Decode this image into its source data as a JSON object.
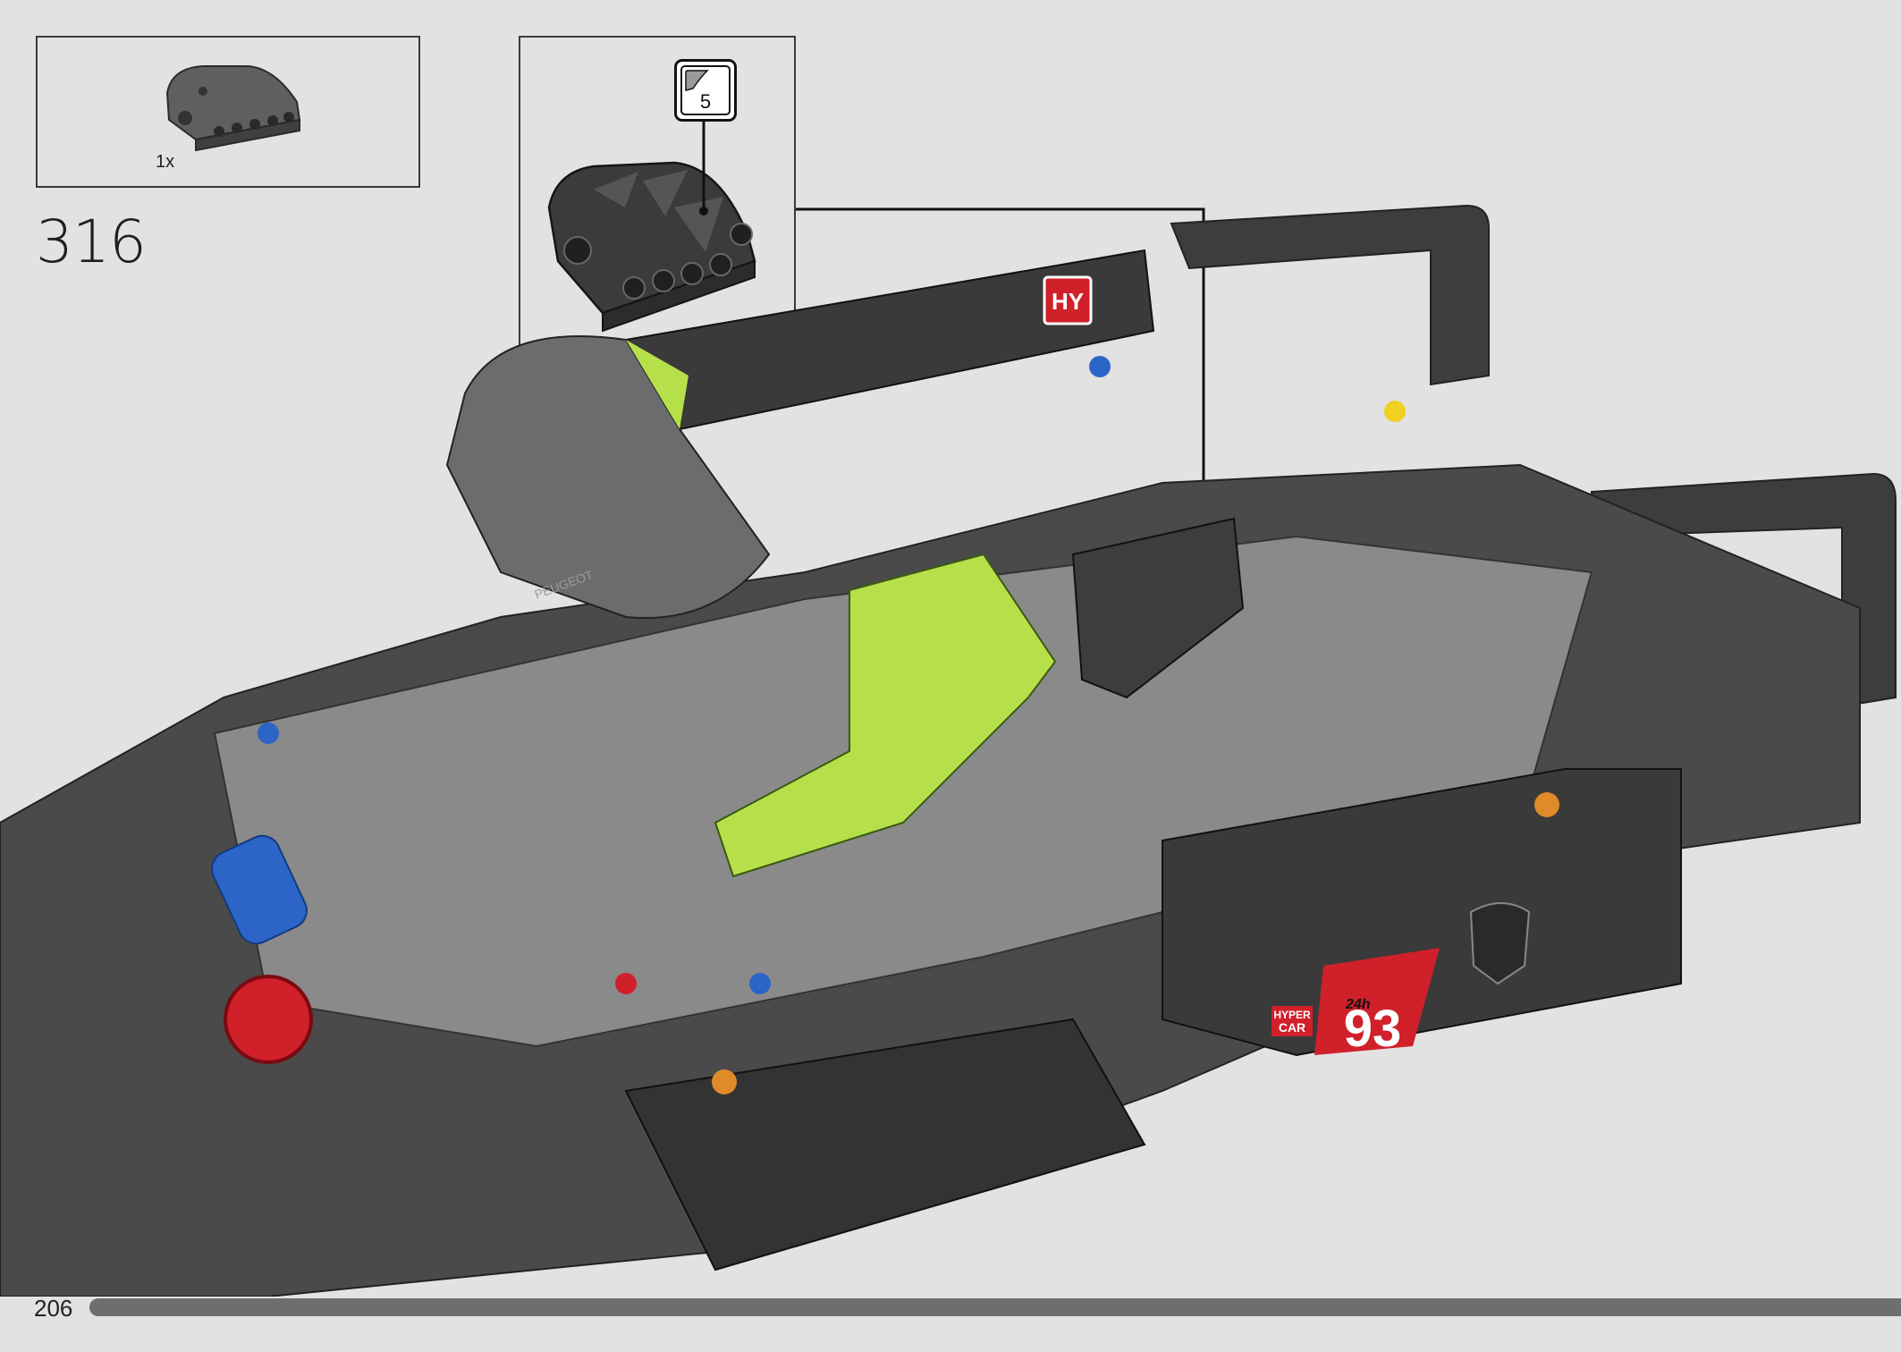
{
  "parts_list": {
    "quantity": "1x"
  },
  "step": {
    "number": "316"
  },
  "callout": {
    "sticker_number": "5"
  },
  "model_decals": {
    "hy_logo": "HY",
    "race_number": "93",
    "hypercar_line1": "HYPER",
    "hypercar_line2": "CAR",
    "le_mans_mark": "24h",
    "brand": "PEUGEOT"
  },
  "page": {
    "number": "206"
  },
  "colors": {
    "background": "#e2e2e2",
    "frame_dark": "#3d3d3d",
    "lime": "#b5e04a",
    "red": "#d0202a",
    "blue": "#2d64c8"
  }
}
